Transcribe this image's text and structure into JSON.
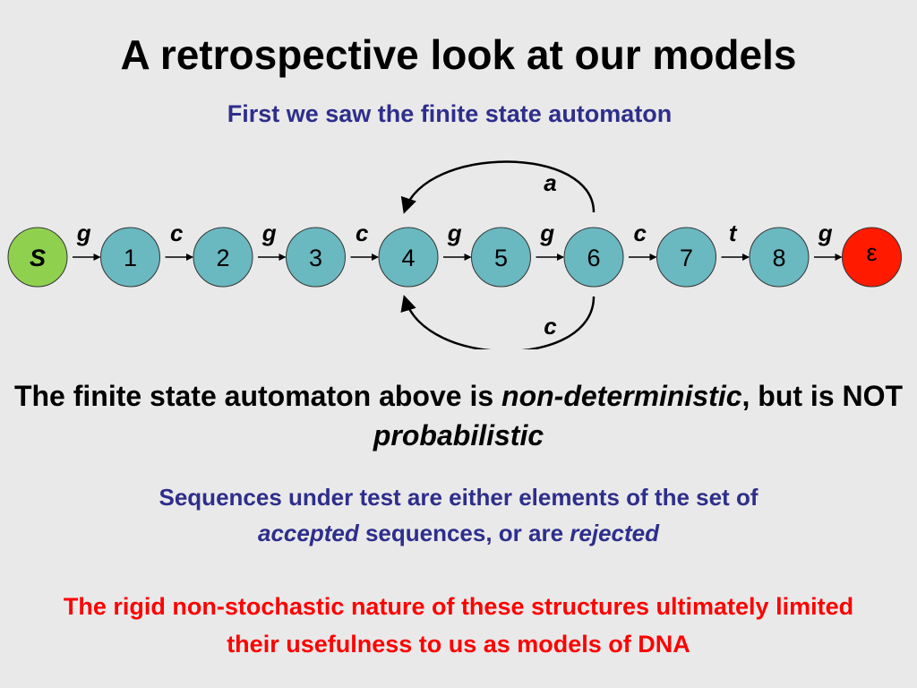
{
  "title": "A retrospective look at our models",
  "subtitle": "First we saw the finite state automaton",
  "colors": {
    "start_node": "#8fd14f",
    "state_node": "#6ab8c0",
    "end_node": "#ff1a00",
    "subtitle": "#2e2e8c",
    "warning": "#ff0000"
  },
  "diagram": {
    "nodes": [
      {
        "id": "S",
        "label": "S",
        "kind": "start"
      },
      {
        "id": "1",
        "label": "1",
        "kind": "state"
      },
      {
        "id": "2",
        "label": "2",
        "kind": "state"
      },
      {
        "id": "3",
        "label": "3",
        "kind": "state"
      },
      {
        "id": "4",
        "label": "4",
        "kind": "state"
      },
      {
        "id": "5",
        "label": "5",
        "kind": "state"
      },
      {
        "id": "6",
        "label": "6",
        "kind": "state"
      },
      {
        "id": "7",
        "label": "7",
        "kind": "state"
      },
      {
        "id": "8",
        "label": "8",
        "kind": "state"
      },
      {
        "id": "E",
        "label": "ε",
        "kind": "end"
      }
    ],
    "edges": [
      {
        "from": "S",
        "to": "1",
        "label": "g"
      },
      {
        "from": "1",
        "to": "2",
        "label": "c"
      },
      {
        "from": "2",
        "to": "3",
        "label": "g"
      },
      {
        "from": "3",
        "to": "4",
        "label": "c"
      },
      {
        "from": "4",
        "to": "5",
        "label": "g"
      },
      {
        "from": "5",
        "to": "6",
        "label": "g"
      },
      {
        "from": "6",
        "to": "7",
        "label": "c"
      },
      {
        "from": "7",
        "to": "8",
        "label": "t"
      },
      {
        "from": "8",
        "to": "E",
        "label": "g"
      }
    ],
    "loops": [
      {
        "from": "6",
        "to": "4",
        "label": "a",
        "side": "top"
      },
      {
        "from": "6",
        "to": "4",
        "label": "c",
        "side": "bottom"
      }
    ]
  },
  "para1": {
    "text1": "The finite state automaton above is ",
    "em1": "non-deterministic",
    "text2": ", but is NOT ",
    "em2": "probabilistic"
  },
  "para2": {
    "text1": "Sequences under test are either elements of the set of ",
    "em1": "accepted",
    "text2": " sequences, or are ",
    "em2": "rejected"
  },
  "para3": {
    "text": "The rigid non-stochastic nature of these structures ultimately limited their usefulness to us as models of DNA"
  }
}
